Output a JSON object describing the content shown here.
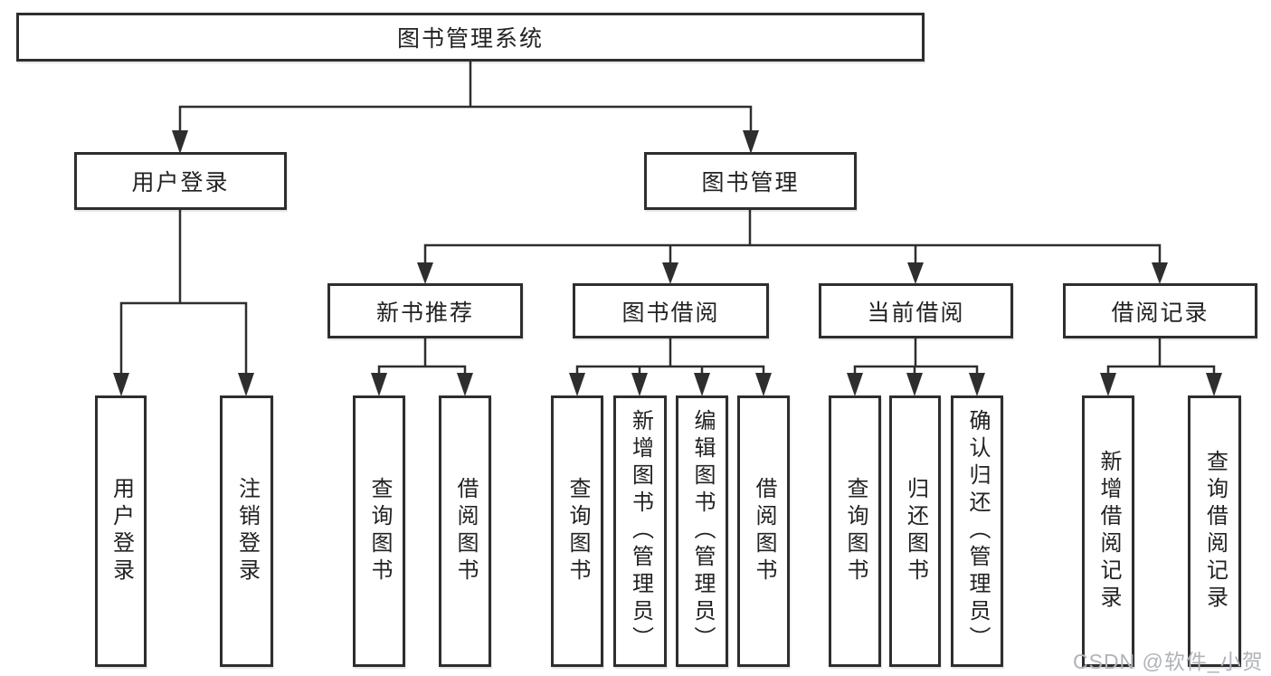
{
  "colors": {
    "line": "#2e2e2e",
    "text": "#222222",
    "box_bg": "#ffffff",
    "watermark": "#b0b3b8",
    "page_bg": "#ffffff"
  },
  "watermark": "CSDN @软件_小贺同学",
  "tree": {
    "root": "图书管理系统",
    "branches": [
      {
        "label": "用户登录",
        "leaves": [
          "用户登录",
          "注销登录"
        ]
      },
      {
        "label": "图书管理",
        "groups": [
          {
            "label": "新书推荐",
            "leaves": [
              "查询图书",
              "借阅图书"
            ]
          },
          {
            "label": "图书借阅",
            "leaves": [
              "查询图书",
              "新增图书（管理员）",
              "编辑图书（管理员）",
              "借阅图书"
            ]
          },
          {
            "label": "当前借阅",
            "leaves": [
              "查询图书",
              "归还图书",
              "确认归还（管理员）"
            ]
          },
          {
            "label": "借阅记录",
            "leaves": [
              "新增借阅记录",
              "查询借阅记录"
            ]
          }
        ]
      }
    ]
  }
}
